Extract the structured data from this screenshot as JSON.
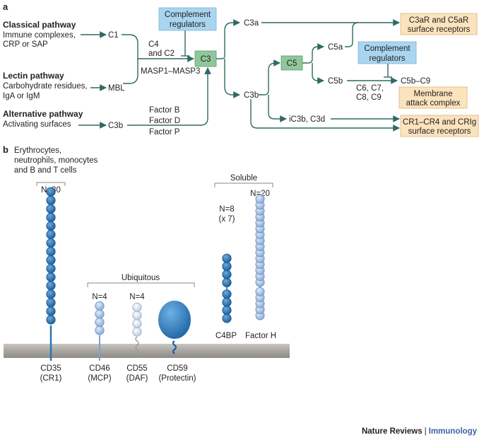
{
  "panel_a": {
    "label": "a",
    "pathways": [
      {
        "title": "Classical pathway",
        "lines": [
          "Immune complexes,",
          "CRP or SAP"
        ],
        "target": "C1"
      },
      {
        "title": "Lectin pathway",
        "lines": [
          "Carbohydrate residues,",
          "IgA or IgM"
        ],
        "target": "MBL"
      },
      {
        "title": "Alternative pathway",
        "lines": [
          "Activating surfaces"
        ],
        "target": "C3b"
      }
    ],
    "c4c2": [
      "C4",
      "and C2"
    ],
    "masp": "MASP1–MASP3",
    "factors": [
      "Factor B",
      "Factor D",
      "Factor P"
    ],
    "regulators_1": [
      "Complement",
      "regulators"
    ],
    "regulators_2": [
      "Complement",
      "regulators"
    ],
    "c3": "C3",
    "c3a": "C3a",
    "c3b": "C3b",
    "c5": "C5",
    "c5a": "C5a",
    "c5b": "C5b",
    "c6c9": [
      "C6, C7,",
      "C8, C9"
    ],
    "c5bc9": "C5b–C9",
    "ic3b": "iC3b, C3d",
    "out_c3ar": [
      "C3aR and C5aR",
      "surface receptors"
    ],
    "out_mac": [
      "Membrane",
      "attack complex"
    ],
    "out_cr": [
      "CR1–CR4 and CRIg",
      "surface receptors"
    ]
  },
  "panel_b": {
    "label": "b",
    "cell_types": [
      "Erythrocytes,",
      "neutrophils, monocytes",
      "and B and T cells"
    ],
    "ubiquitous": "Ubiquitous",
    "soluble": "Soluble",
    "proteins": [
      {
        "name": "CD35",
        "alias": "(CR1)",
        "count": "N=30",
        "beads": 16
      },
      {
        "name": "CD46",
        "alias": "(MCP)",
        "count": "N=4",
        "beads": 4
      },
      {
        "name": "CD55",
        "alias": "(DAF)",
        "count": "N=4",
        "beads": 4
      },
      {
        "name": "CD59",
        "alias": "(Protectin)"
      },
      {
        "name": "C4BP",
        "count": "N=8",
        "count_note": "(x 7)",
        "beads": 8
      },
      {
        "name": "Factor H",
        "count": "N=20",
        "beads": 20
      }
    ]
  },
  "credit": {
    "journal": "Nature Reviews",
    "separator": "|",
    "section": "Immunology"
  },
  "colors": {
    "line": "#2f6a63",
    "green_box": "#8fc79a",
    "blue_box": "#a8d5ef",
    "orange_box": "#fbe3bd",
    "membrane": "#a8a5a1",
    "bead_dark": "#2a76b4",
    "bead_mid": "#a6c3e6",
    "bead_light": "#dbe6f3",
    "cd59": "#2e7fc0"
  }
}
